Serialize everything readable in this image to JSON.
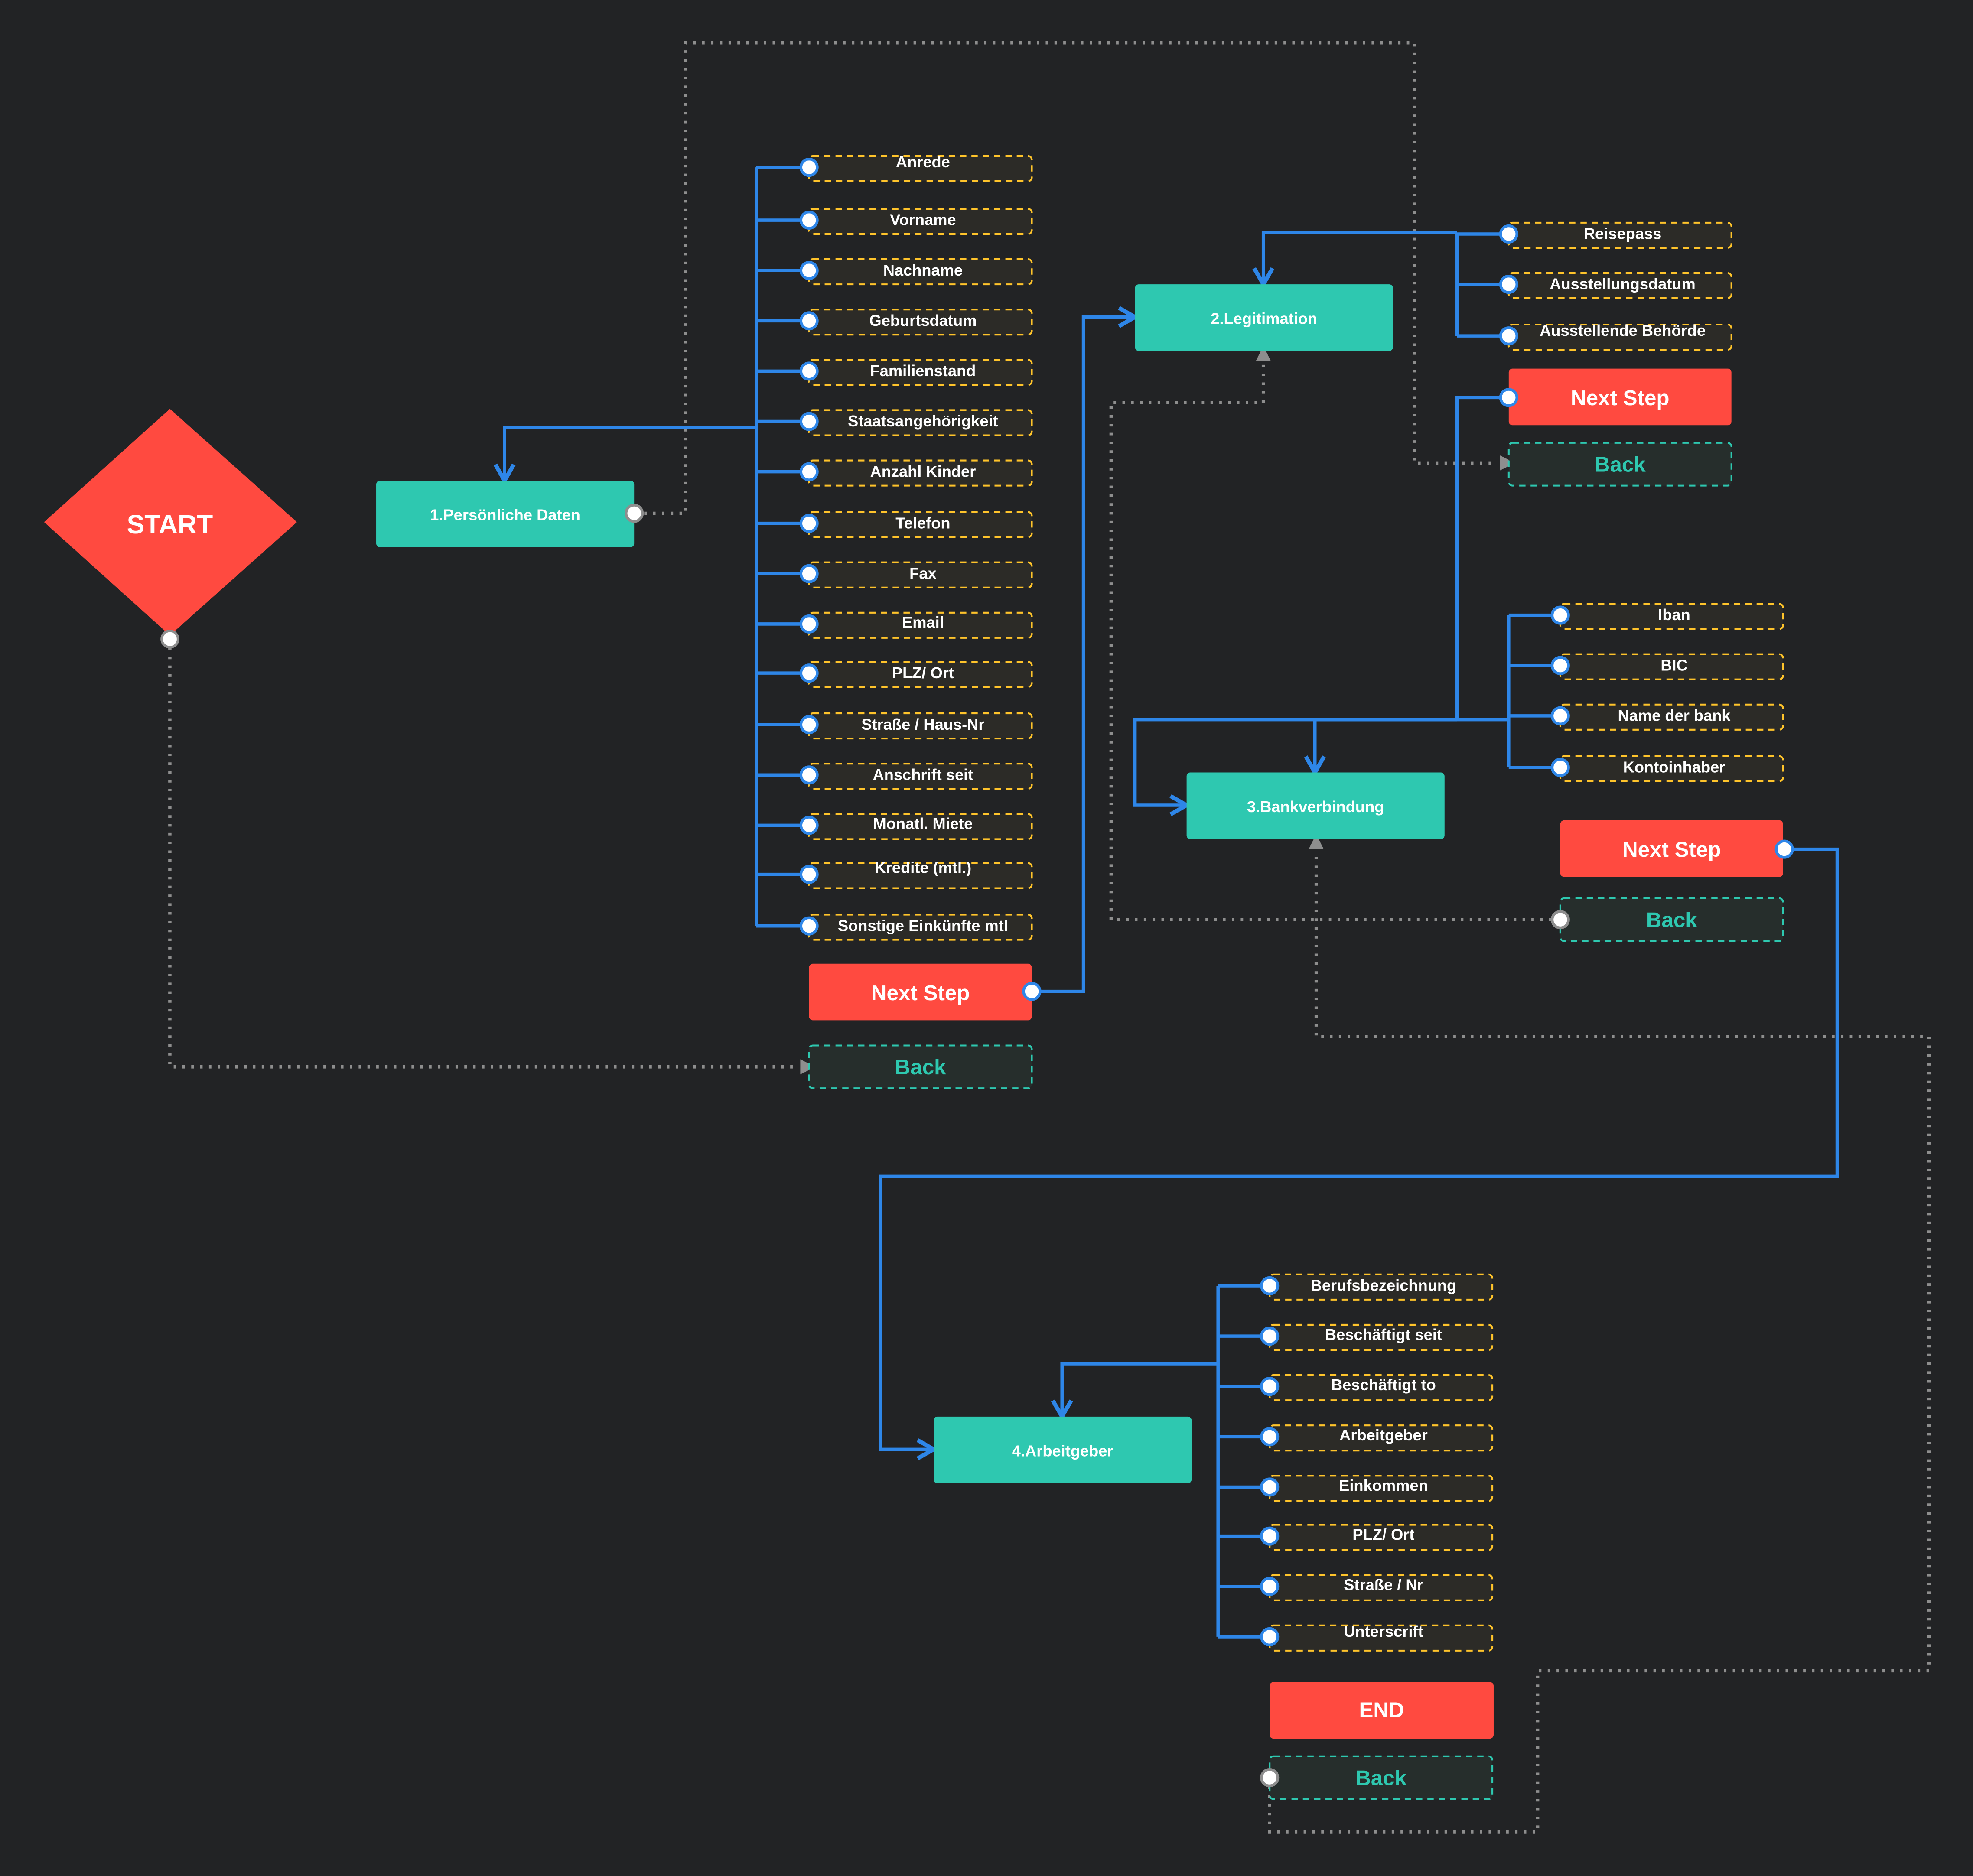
{
  "start": {
    "label": "START"
  },
  "steps": {
    "persoenliche_daten": "1.Persönliche Daten",
    "legitimation": "2.Legitimation",
    "bankverbindung": "3.Bankverbindung",
    "arbeitgeber": "4.Arbeitgeber"
  },
  "fields": {
    "persoenliche_daten": [
      "Anrede",
      "Vorname",
      "Nachname",
      "Geburtsdatum",
      "Familienstand",
      "Staatsangehörigkeit",
      "Anzahl Kinder",
      "Telefon",
      "Fax",
      "Email",
      "PLZ/ Ort",
      "Straße / Haus-Nr",
      "Anschrift seit",
      "Monatl. Miete",
      "Kredite (mtl.)",
      "Sonstige Einkünfte mtl"
    ],
    "legitimation": [
      "Reisepass",
      "Ausstellungsdatum",
      "Ausstellende Behörde"
    ],
    "bankverbindung": [
      "Iban",
      "BIC",
      "Name der bank",
      "Kontoinhaber"
    ],
    "arbeitgeber": [
      "Berufsbezeichnung",
      "Beschäftigt seit",
      "Beschäftigt to",
      "Arbeitgeber",
      "Einkommen",
      "PLZ/ Ort",
      "Straße / Nr",
      "Unterscrift"
    ]
  },
  "buttons": {
    "next_step": "Next Step",
    "back": "Back",
    "end": "END"
  },
  "colors": {
    "background": "#222325",
    "start": "#ff4a40",
    "step": "#2ec8b0",
    "next": "#ff4a40",
    "back_text": "#2ec8b0",
    "back_border": "#2ec8b0",
    "back_fill": "#262e2c",
    "field_border": "#ffc42b",
    "field_fill": "#2c2b27",
    "flow_line": "#2e86e8",
    "back_line": "#8e8e8e"
  }
}
